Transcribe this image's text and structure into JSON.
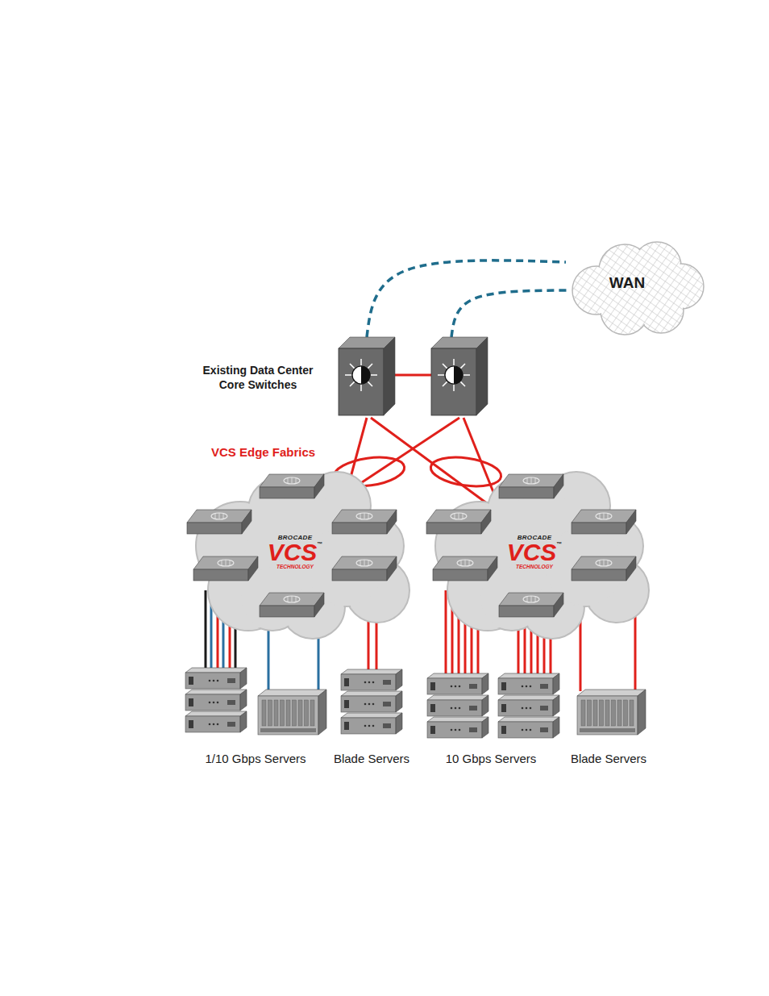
{
  "diagram": {
    "nodes": [
      {
        "text": [
          "WAN"
        ]
      },
      {
        "text": [
          "Existing Data Center Core Switches"
        ]
      },
      {
        "text": [
          "BROCADE",
          "VCS",
          "™",
          "TECHNOLOGY"
        ]
      },
      {
        "text": [
          "BROCADE",
          "VCS",
          "™",
          "TECHNOLOGY"
        ]
      },
      {
        "text": [
          "1/10 Gbps Servers"
        ]
      },
      {
        "text": [
          "Blade Servers"
        ]
      },
      {
        "text": [
          "10 Gbps Servers"
        ]
      },
      {
        "text": [
          "Blade Servers"
        ]
      }
    ],
    "edges": [
      {
        "from": 1,
        "to": 0,
        "arrow": "none"
      },
      {
        "from": 1,
        "to": 2,
        "arrow": "none"
      },
      {
        "from": 1,
        "to": 3,
        "arrow": "none"
      },
      {
        "from": 2,
        "to": 4,
        "arrow": "none"
      },
      {
        "from": 2,
        "to": 5,
        "arrow": "none"
      },
      {
        "from": 3,
        "to": 6,
        "arrow": "none"
      },
      {
        "from": 3,
        "to": 7,
        "arrow": "none"
      }
    ],
    "labels": [
      "VCS Edge Fabrics"
    ]
  }
}
